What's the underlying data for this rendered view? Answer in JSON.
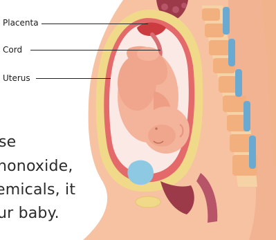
{
  "labels": {
    "placenta": "Placenta",
    "cord": "Cord",
    "uterus": "Uterus"
  },
  "caption_lines": [
    "se",
    "nonoxide,",
    "emicals, it",
    "ur baby."
  ],
  "colors": {
    "skin": "#f6c2a2",
    "skin_dark": "#ee9e84",
    "uterus_wall": "#f1d98a",
    "uterus_lining": "#e4696b",
    "amniotic": "#fbe9e6",
    "fetus": "#f4b49c",
    "fetus_shade": "#e8917c",
    "spine_bone": "#f1b07e",
    "spine_disc": "#6aaad1",
    "placenta": "#cc3b3f",
    "organs": "#9c3a4a",
    "bladder": "#8ec9e4"
  }
}
